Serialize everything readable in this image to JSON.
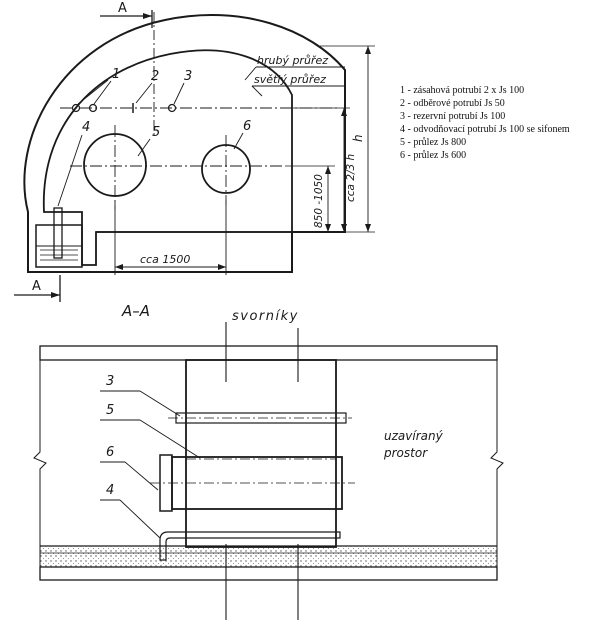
{
  "section_marks": {
    "top": "A",
    "bottom": "A"
  },
  "section_title": "A–A",
  "profile_labels": {
    "rough": "hrubý průřez",
    "clear": "světlý průřez"
  },
  "dimensions": {
    "width": "cca 1500",
    "height_low": "850 -1050",
    "height_mid": "cca 2/3 h",
    "height_full": "h"
  },
  "callouts_top": [
    "1",
    "2",
    "3",
    "4",
    "5",
    "6"
  ],
  "callouts_section": [
    "3",
    "5",
    "6",
    "4"
  ],
  "section_labels": {
    "bolts": "svorníky",
    "space_line1": "uzavíraný",
    "space_line2": "prostor"
  },
  "legend": [
    "1 - zásahová potrubí 2 x Js 100",
    "2 - odběrové potrubí Js 50",
    "3 - rezervní potrubí Js 100",
    "4 - odvodňovací potrubí Js 100 se sifonem",
    "5 - průlez Js 800",
    "6 - průlez Js 600"
  ]
}
